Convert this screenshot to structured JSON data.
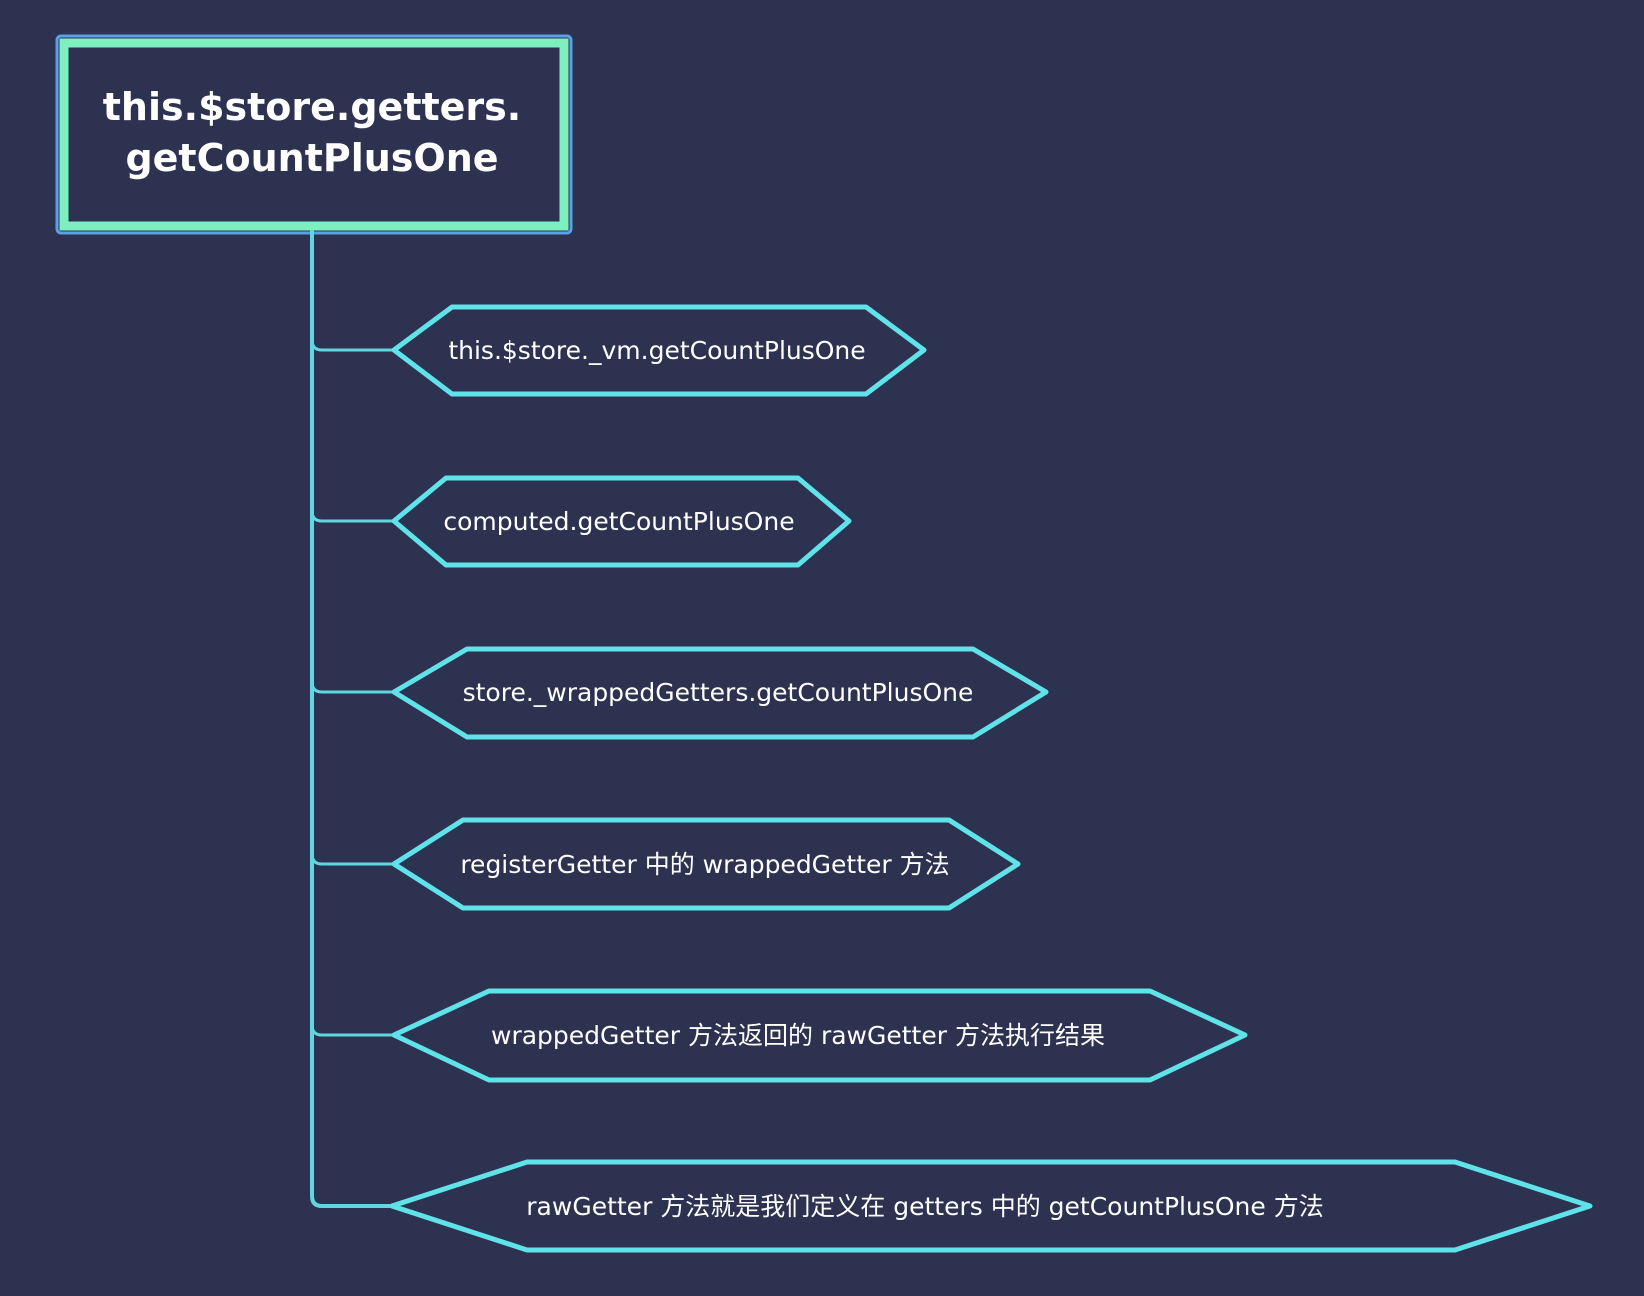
{
  "diagram": {
    "root": {
      "line1": "this.$store.getters.",
      "line2": "getCountPlusOne"
    },
    "steps": [
      {
        "label": "this.$store._vm.getCountPlusOne"
      },
      {
        "label": "computed.getCountPlusOne"
      },
      {
        "label": "store._wrappedGetters.getCountPlusOne"
      },
      {
        "label": "registerGetter 中的 wrappedGetter 方法"
      },
      {
        "label": "wrappedGetter 方法返回的 rawGetter 方法执行结果"
      },
      {
        "label": "rawGetter 方法就是我们定义在 getters 中的 getCountPlusOne 方法"
      }
    ]
  },
  "colors": {
    "background": "#2d3250",
    "root_border_outer": "#5aa0e6",
    "root_border_inner": "#7ef0c0",
    "connector": "#5fd6e0",
    "node_border": "#5fe3e8",
    "text": "#ffffff"
  }
}
